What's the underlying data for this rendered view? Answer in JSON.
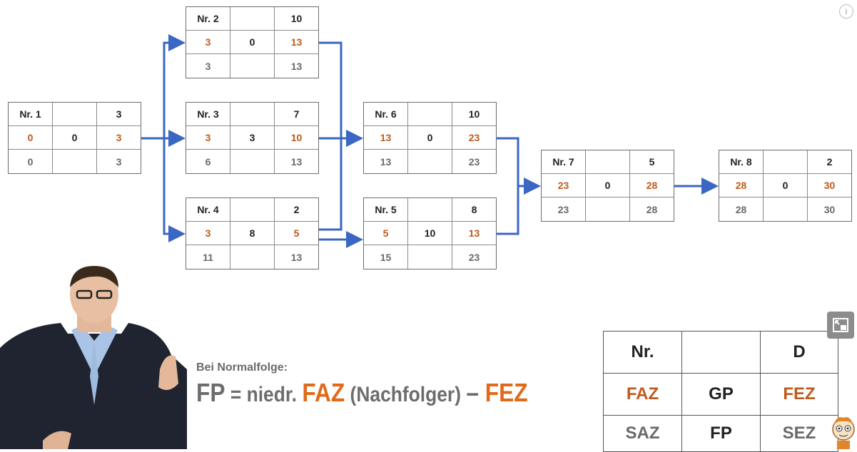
{
  "nodes": [
    {
      "id": "n1",
      "nr": "Nr. 1",
      "d": "3",
      "faz": "0",
      "gp": "0",
      "fez": "3",
      "saz": "0",
      "fp": "",
      "sez": "3"
    },
    {
      "id": "n2",
      "nr": "Nr. 2",
      "d": "10",
      "faz": "3",
      "gp": "0",
      "fez": "13",
      "saz": "3",
      "fp": "",
      "sez": "13"
    },
    {
      "id": "n3",
      "nr": "Nr. 3",
      "d": "7",
      "faz": "3",
      "gp": "3",
      "fez": "10",
      "saz": "6",
      "fp": "",
      "sez": "13"
    },
    {
      "id": "n4",
      "nr": "Nr. 4",
      "d": "2",
      "faz": "3",
      "gp": "8",
      "fez": "5",
      "saz": "11",
      "fp": "",
      "sez": "13"
    },
    {
      "id": "n6",
      "nr": "Nr. 6",
      "d": "10",
      "faz": "13",
      "gp": "0",
      "fez": "23",
      "saz": "13",
      "fp": "",
      "sez": "23"
    },
    {
      "id": "n5",
      "nr": "Nr. 5",
      "d": "8",
      "faz": "5",
      "gp": "10",
      "fez": "13",
      "saz": "15",
      "fp": "",
      "sez": "23"
    },
    {
      "id": "n7",
      "nr": "Nr. 7",
      "d": "5",
      "faz": "23",
      "gp": "0",
      "fez": "28",
      "saz": "23",
      "fp": "",
      "sez": "28"
    },
    {
      "id": "n8",
      "nr": "Nr. 8",
      "d": "2",
      "faz": "28",
      "gp": "0",
      "fez": "30",
      "saz": "28",
      "fp": "",
      "sez": "30"
    }
  ],
  "formula": {
    "label": "Bei Normalfolge:",
    "fp": "FP",
    "eq": " = niedr. ",
    "faz": "FAZ",
    "nachfolger": " (Nachfolger) ",
    "dash": "– ",
    "fez": "FEZ"
  },
  "legend": {
    "nr": "Nr.",
    "blank": "",
    "d": "D",
    "faz": "FAZ",
    "gp": "GP",
    "fez": "FEZ",
    "saz": "SAZ",
    "fp": "FP",
    "sez": "SEZ"
  },
  "colors": {
    "arrow": "#3a66c4",
    "orange": "#c05a1c",
    "formula_orange": "#e06a1a"
  },
  "icons": {
    "info": "info-icon",
    "pip": "picture-in-picture-icon",
    "mascot": "mascot-icon"
  },
  "corner": {
    "info_glyph": "i"
  }
}
